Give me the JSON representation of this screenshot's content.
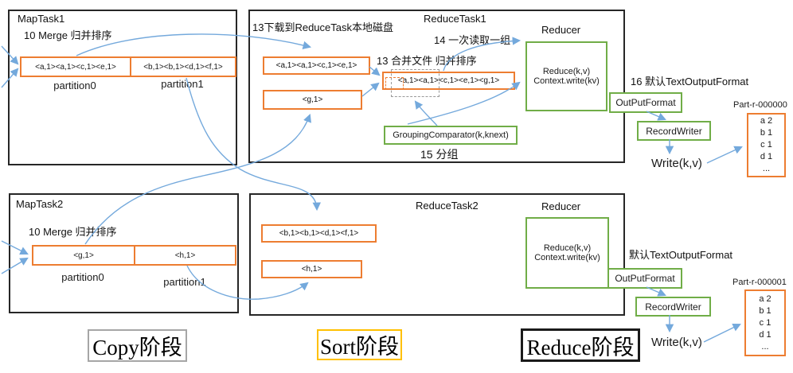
{
  "colors": {
    "orange": "#ED7D31",
    "green": "#70AD47",
    "arrow_blue": "#74A9DC",
    "phase_gray": "#A6A6A6",
    "phase_yellow": "#FFC000",
    "phase_black": "#1a1a1a"
  },
  "map_task1": {
    "title": "MapTask1",
    "merge_label": "10 Merge 归并排序",
    "partitions": [
      {
        "data": "<a,1><a,1><c,1><e,1>",
        "label": "partition0"
      },
      {
        "data": "<b,1><b,1><d,1><f,1>",
        "label": "partition1"
      }
    ]
  },
  "map_task2": {
    "title": "MapTask2",
    "merge_label": "10 Merge 归并排序",
    "partitions": [
      {
        "data": "<g,1>",
        "label": "partition0"
      },
      {
        "data": "<h,1>",
        "label": "partition1"
      }
    ]
  },
  "reduce_task1": {
    "title": "ReduceTask1",
    "download_label": "13下载到ReduceTask本地磁盘",
    "read_group_label": "14 一次读取一组",
    "merge_label": "13 合并文件 归并排序",
    "spill_boxes": [
      "<a,1><a,1><c,1><e,1>",
      "<g,1>"
    ],
    "merged_data": "<a,1><a,1><c,1><e,1><g,1>",
    "grouping_comparator": "GroupingComparator(k,knext)",
    "grouping_label": "15 分组",
    "reducer_title": "Reducer",
    "reducer_line1": "Reduce(k,v)",
    "reducer_line2": "Context.write(kv)",
    "output_format_note": "16 默认TextOutputFormat",
    "output_format": "OutPutFormat",
    "record_writer": "RecordWriter",
    "write_label": "Write(k,v)",
    "part_file": {
      "name": "Part-r-000000",
      "lines": [
        "a 2",
        "b 1",
        "c 1",
        "d 1",
        "..."
      ]
    }
  },
  "reduce_task2": {
    "title": "ReduceTask2",
    "spill_boxes": [
      "<b,1><b,1><d,1><f,1>",
      "<h,1>"
    ],
    "reducer_title": "Reducer",
    "reducer_line1": "Reduce(k,v)",
    "reducer_line2": "Context.write(kv)",
    "output_format_note": "默认TextOutputFormat",
    "output_format": "OutPutFormat",
    "record_writer": "RecordWriter",
    "write_label": "Write(k,v)",
    "part_file": {
      "name": "Part-r-000001",
      "lines": [
        "a 2",
        "b 1",
        "c 1",
        "d 1",
        "..."
      ]
    }
  },
  "phases": [
    {
      "label": "Copy阶段"
    },
    {
      "label": "Sort阶段"
    },
    {
      "label": "Reduce阶段"
    }
  ]
}
